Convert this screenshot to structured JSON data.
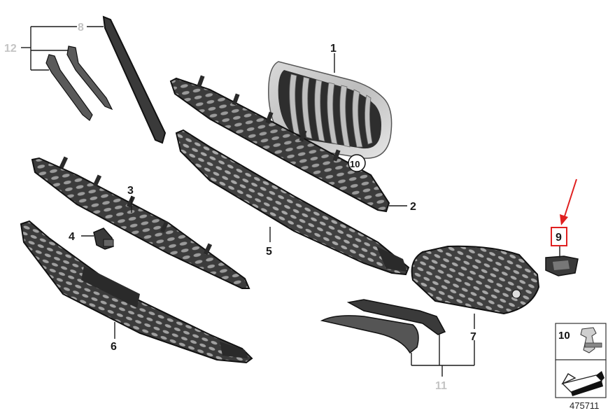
{
  "callouts": {
    "c1": "1",
    "c2": "2",
    "c3": "3",
    "c4": "4",
    "c5": "5",
    "c6": "6",
    "c7": "7",
    "c8": "8",
    "c9": "9",
    "c10": "10",
    "c11": "11",
    "c12": "12"
  },
  "legend": {
    "label": "10"
  },
  "diagram_number": "475711",
  "colors": {
    "accent_arrow": "#e02020",
    "inactive_callout": "#c4c4c4"
  }
}
